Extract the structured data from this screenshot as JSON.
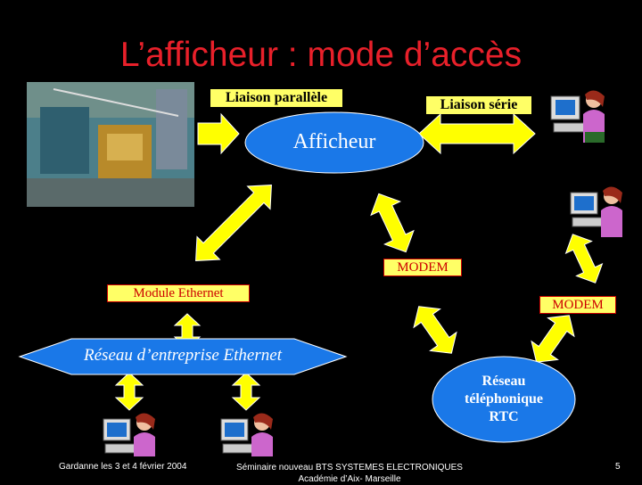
{
  "title": "L’afficheur : mode d’accès",
  "labels": {
    "parallel": "Liaison parallèle",
    "serial": "Liaison série",
    "display": "Afficheur",
    "modem1": "MODEM",
    "modem2": "MODEM",
    "ethernet_module": "Module Ethernet",
    "network": "Réseau d’entreprise Ethernet",
    "phone_network": [
      "Réseau",
      "téléphonique",
      "RTC"
    ]
  },
  "footer": {
    "left": "Gardanne les 3 et 4 février 2004",
    "center_line1": "Séminaire nouveau BTS SYSTEMES ELECTRONIQUES",
    "center_line2": "Académie d’Aix- Marseille",
    "page": "5"
  }
}
